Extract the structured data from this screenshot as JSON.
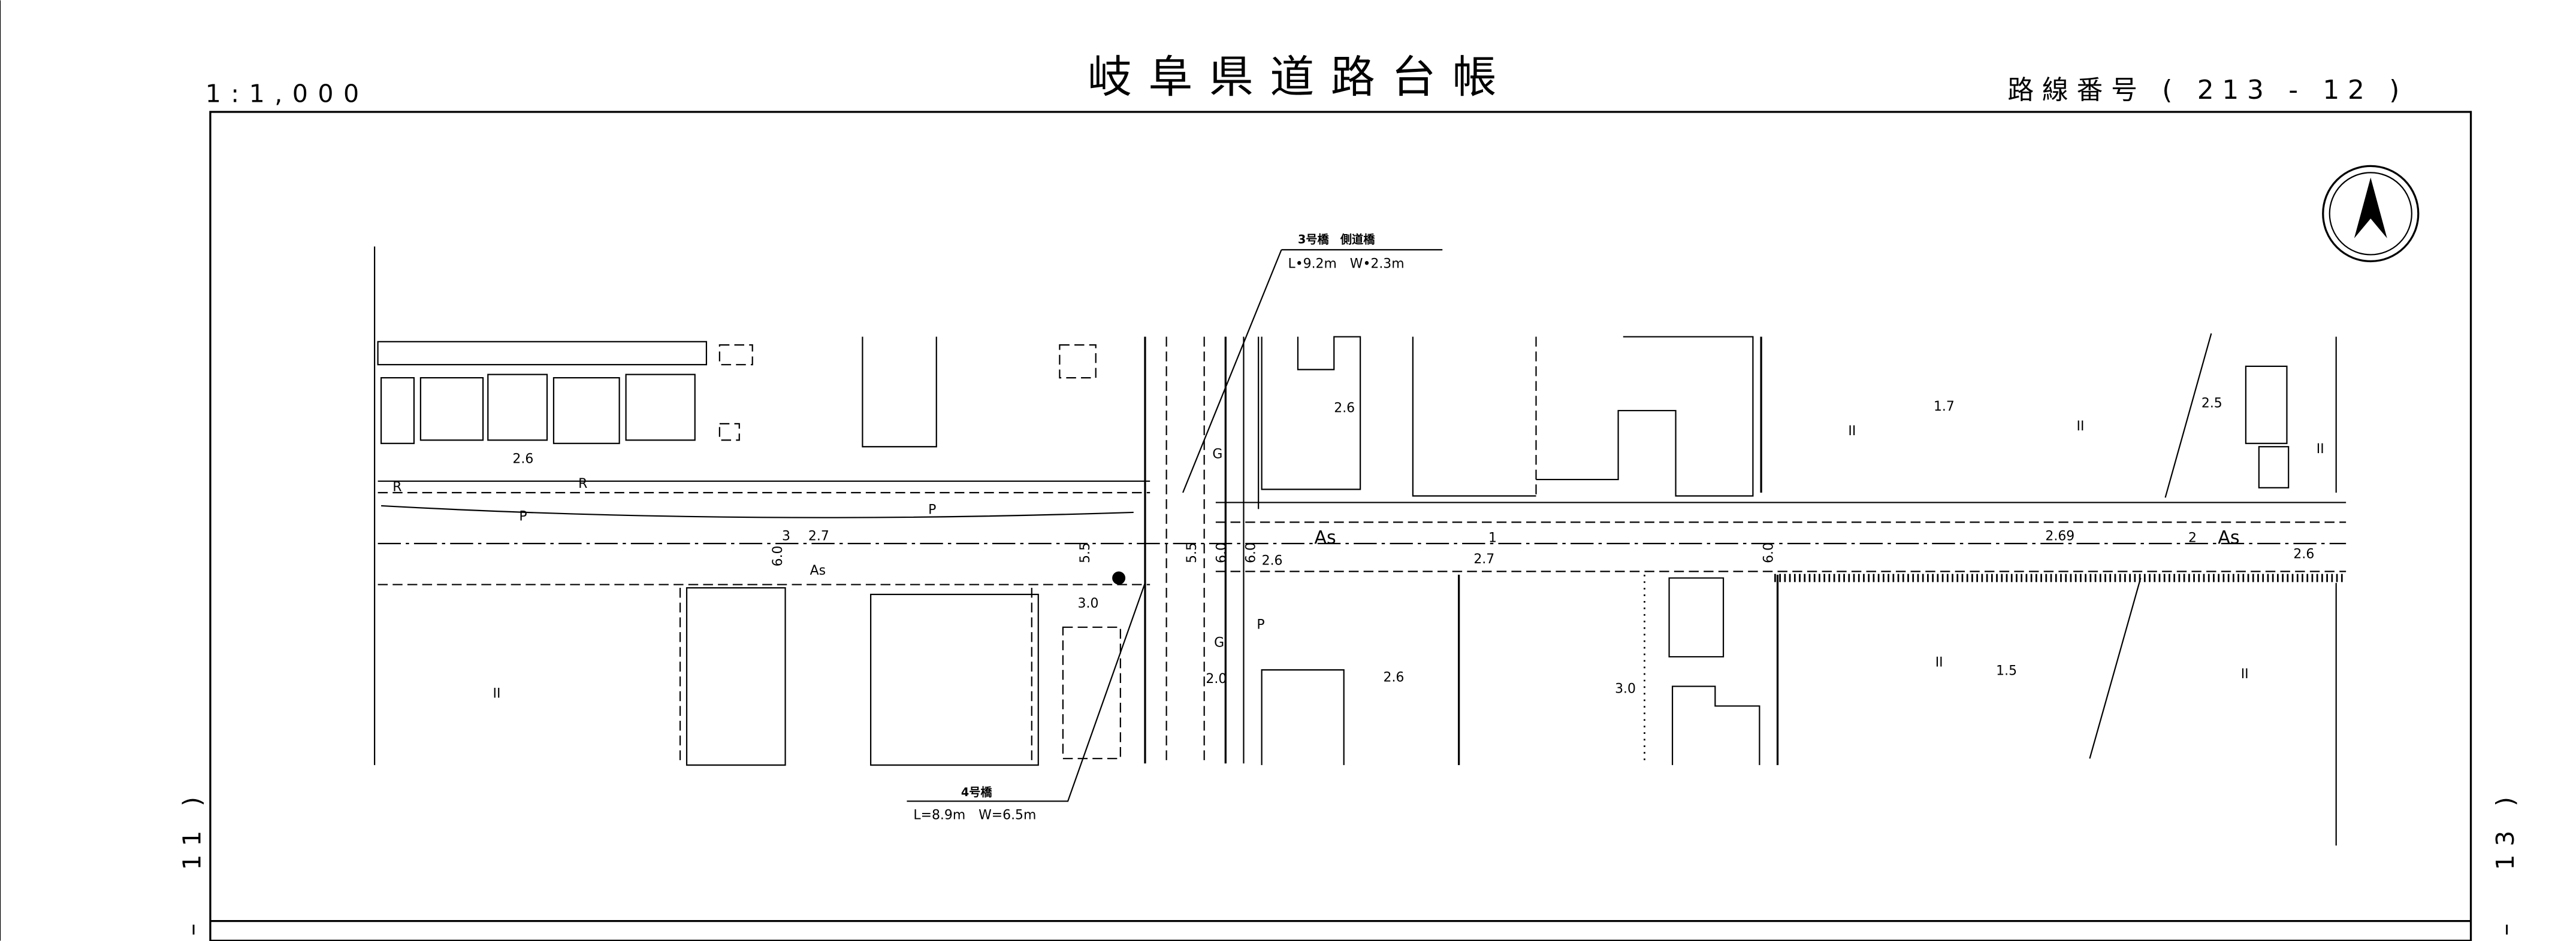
{
  "header": {
    "scale": "1:1,000",
    "title": "岐阜県道路台帳",
    "route_number": "路線番号 ( 213 - 12 )"
  },
  "sheet_links": {
    "left": "11 )",
    "left_dash": "–",
    "right": "13 )",
    "right_dash": "–"
  },
  "north_arrow": "north-arrow-icon",
  "bridges": [
    {
      "name": "3号橋　側道橋",
      "dims": "L•9.2m　W•2.3m"
    },
    {
      "name": "4号橋",
      "dims": "L=8.9m　W=6.5m"
    }
  ],
  "elevations": [
    "2.6",
    "2.7",
    "3.0",
    "2.6",
    "2.6",
    "2.7",
    "2.6",
    "2.0",
    "1.7",
    "2.5",
    "2.69",
    "2.6",
    "1.5",
    "3.0"
  ],
  "road_widths": [
    "6.0",
    "5.5",
    "5.5",
    "6.0",
    "6.0",
    "6.0"
  ],
  "surface_labels": {
    "as1": "As",
    "as2": "As",
    "as3": "As",
    "p1": "P",
    "p2": "P",
    "p3": "P",
    "r1": "R",
    "r2": "R",
    "g1": "G",
    "g2": "G",
    "n3": "3",
    "n1": "1",
    "n2": "2"
  },
  "land_marks": [
    "II",
    "II",
    "II",
    "II",
    "II",
    "II"
  ]
}
